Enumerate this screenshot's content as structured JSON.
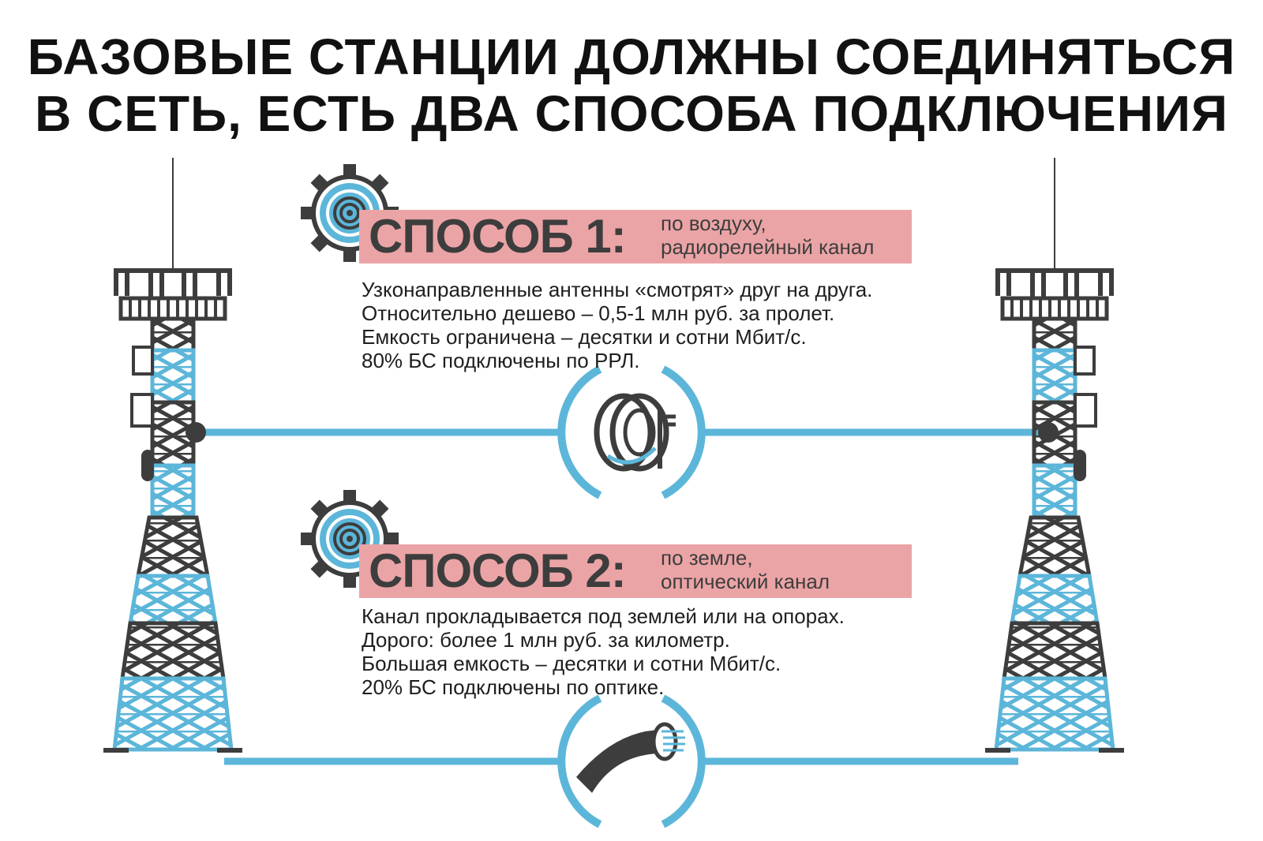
{
  "title": {
    "line1": "БАЗОВЫЕ СТАНЦИИ ДОЛЖНЫ СОЕДИНЯТЬСЯ",
    "line2": "В СЕТЬ, ЕСТЬ ДВА СПОСОБА ПОДКЛЮЧЕНИЯ"
  },
  "methods": [
    {
      "label": "СПОСОБ 1:",
      "subtitle_line1": "по воздуху,",
      "subtitle_line2": "радиорелейный канал",
      "description": [
        "Узконаправленные антенны «смотрят» друг на друга.",
        "Относительно дешево – 0,5-1 млн руб. за пролет.",
        "Емкость ограничена – десятки и сотни Мбит/с.",
        "80% БС подключены по РРЛ."
      ],
      "icon": "cable-reel-icon"
    },
    {
      "label": "СПОСОБ 2:",
      "subtitle_line1": "по земле,",
      "subtitle_line2": "оптический канал",
      "description": [
        "Канал прокладывается под землей или на опорах.",
        "Дорого: более 1 млн руб. за километр.",
        "Большая емкость – десятки и сотни Мбит/с.",
        "20% БС подключены по оптике."
      ],
      "icon": "fiber-optic-cable-icon"
    }
  ],
  "colors": {
    "accent_blue": "#5cb6d9",
    "dark_gray": "#3d3d3d",
    "label_pink": "#eba4a6",
    "text": "#1e1e1e"
  }
}
